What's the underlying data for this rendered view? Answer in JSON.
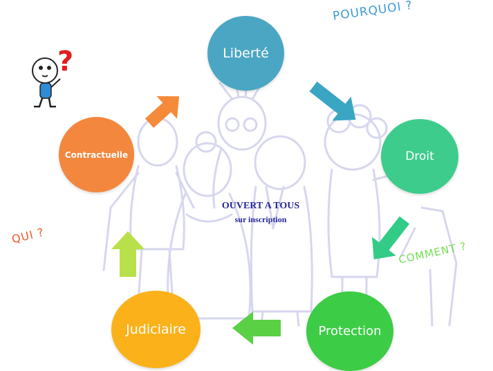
{
  "nodes": {
    "liberte": "Liberté",
    "droit": "Droit",
    "protection": "Protection",
    "judiciaire": "Judiciaire",
    "contractuelle": "Contractuelle"
  },
  "questions": {
    "pourquoi": "POURQUOI ?",
    "comment": "COMMENT ?",
    "qui": "QUI ?"
  },
  "center": {
    "title": "OUVERT A TOUS",
    "subtitle": "sur inscription"
  },
  "colors": {
    "liberte": "#4ba6c4",
    "droit": "#3dcc8c",
    "protection": "#3ccc46",
    "judiciaire": "#fbb21a",
    "contractuelle": "#f3873e",
    "background_figures": "#d4d4ee"
  },
  "icons": {
    "mascot": "cartoon-figure-with-question-mark-icon",
    "background": "crowd-of-people-illustration"
  }
}
